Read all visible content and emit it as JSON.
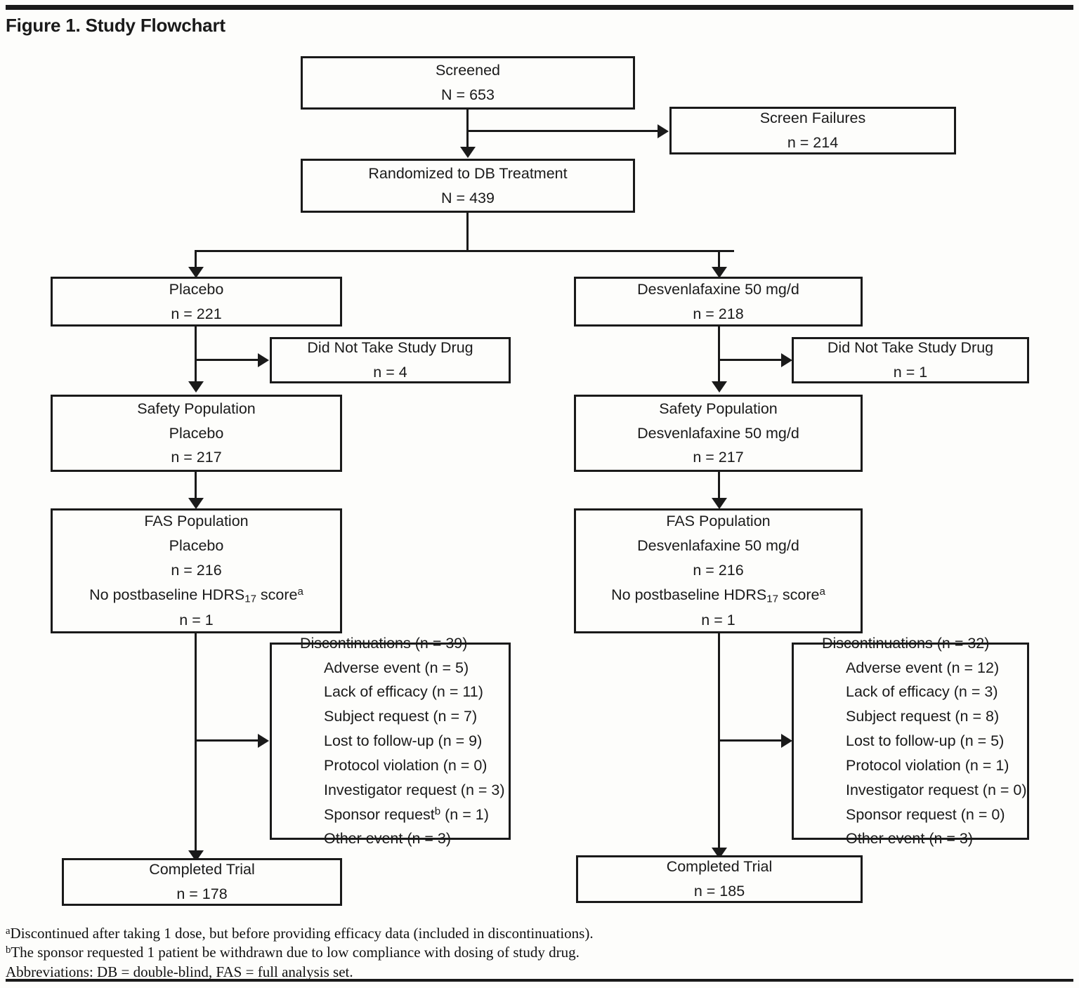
{
  "figure": {
    "title": "Figure 1. Study Flowchart"
  },
  "nodes": {
    "screened": {
      "line1": "Screened",
      "line2": "N = 653"
    },
    "screen_failures": {
      "line1": "Screen Failures",
      "line2": "n = 214"
    },
    "randomized": {
      "line1": "Randomized to DB Treatment",
      "line2": "N = 439"
    },
    "placebo": {
      "line1": "Placebo",
      "line2": "n = 221"
    },
    "desven": {
      "line1": "Desvenlafaxine 50 mg/d",
      "line2": "n = 218"
    },
    "no_drug_left": {
      "line1": "Did Not Take Study Drug",
      "line2": "n = 4"
    },
    "no_drug_right": {
      "line1": "Did Not Take Study Drug",
      "line2": "n = 1"
    },
    "safety_left": {
      "line1": "Safety Population",
      "line2": "Placebo",
      "line3": "n = 217"
    },
    "safety_right": {
      "line1": "Safety Population",
      "line2": "Desvenlafaxine 50 mg/d",
      "line3": "n = 217"
    },
    "fas_left": {
      "line1": "FAS Population",
      "line2": "Placebo",
      "line3": "n = 216",
      "note_pre": "No postbaseline HDRS",
      "note_sub": "17",
      "note_post": " score",
      "note_sup": "a",
      "note_n": "n = 1"
    },
    "fas_right": {
      "line1": "FAS Population",
      "line2": "Desvenlafaxine 50 mg/d",
      "line3": "n = 216",
      "note_pre": "No postbaseline HDRS",
      "note_sub": "17",
      "note_post": " score",
      "note_sup": "a",
      "note_n": "n = 1"
    },
    "disc_left": {
      "header": "Discontinuations (n = 39)",
      "items": [
        "Adverse event (n = 5)",
        "Lack of efficacy (n = 11)",
        "Subject request (n = 7)",
        "Lost to follow-up (n = 9)",
        "Protocol violation (n = 0)",
        "Investigator request (n = 3)"
      ],
      "sponsor_pre": "Sponsor request",
      "sponsor_sup": "b",
      "sponsor_post": " (n = 1)",
      "last": "Other event (n = 3)"
    },
    "disc_right": {
      "header": "Discontinuations (n = 32)",
      "items": [
        "Adverse event (n = 12)",
        "Lack of efficacy (n = 3)",
        "Subject request (n = 8)",
        "Lost to follow-up (n = 5)",
        "Protocol violation (n = 1)",
        "Investigator request (n = 0)",
        "Sponsor request (n = 0)",
        "Other event (n = 3)"
      ]
    },
    "completed_left": {
      "line1": "Completed Trial",
      "line2": "n = 178"
    },
    "completed_right": {
      "line1": "Completed Trial",
      "line2": "n = 185"
    }
  },
  "footnotes": {
    "a_marker": "a",
    "a_text": "Discontinued after taking 1 dose, but before providing efficacy data (included in discontinuations).",
    "b_marker": "b",
    "b_text": "The sponsor requested 1 patient be withdrawn due to low compliance with dosing of study drug.",
    "abbrev": "Abbreviations: DB = double-blind, FAS = full analysis set."
  },
  "colors": {
    "ink": "#1a1a1a",
    "paper": "#fdfdfb"
  }
}
